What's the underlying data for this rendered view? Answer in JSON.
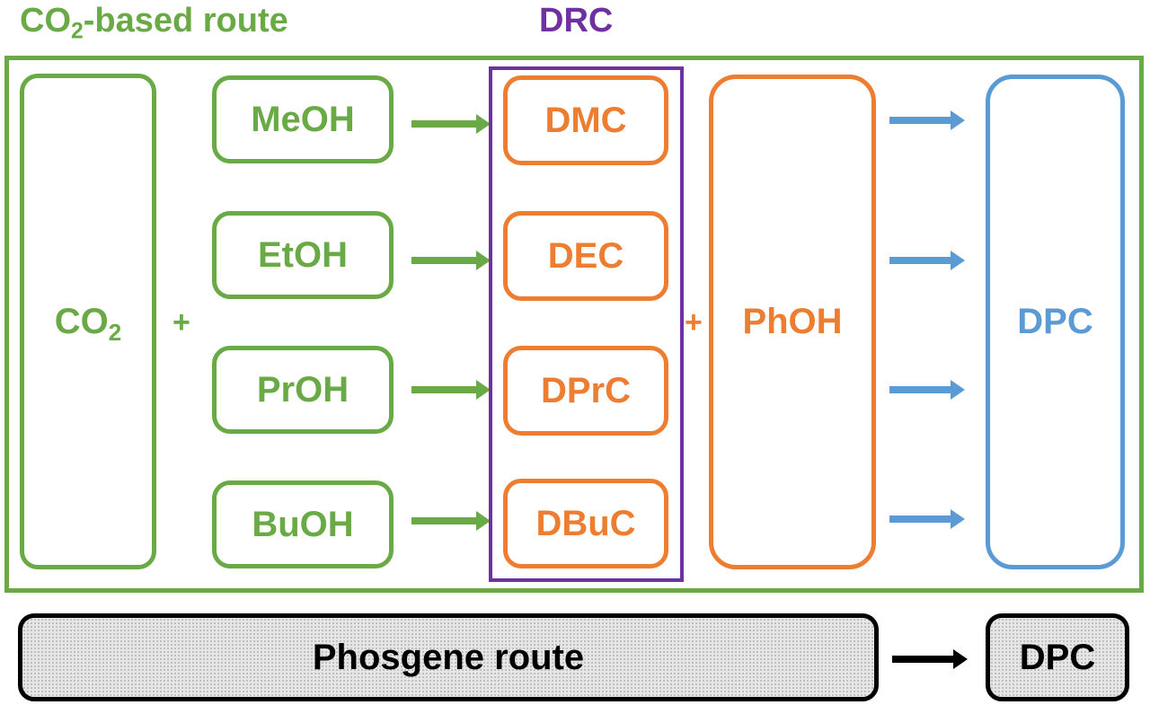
{
  "co2_route": {
    "title_main": "CO",
    "title_sub": "2",
    "title_rest": "-based route",
    "co2_label_main": "CO",
    "co2_label_sub": "2",
    "plus1": "+",
    "alcohols": [
      "MeOH",
      "EtOH",
      "PrOH",
      "BuOH"
    ],
    "drc_title": "DRC",
    "carbonates": [
      "DMC",
      "DEC",
      "DPrC",
      "DBuC"
    ],
    "plus2": "+",
    "phenol": "PhOH",
    "product": "DPC"
  },
  "phosgene_route": {
    "label": "Phosgene route",
    "product": "DPC"
  },
  "colors": {
    "green": "#6aaa46",
    "orange": "#ed7d31",
    "blue": "#5b9bd5",
    "purple": "#7030a0",
    "black": "#000000"
  }
}
